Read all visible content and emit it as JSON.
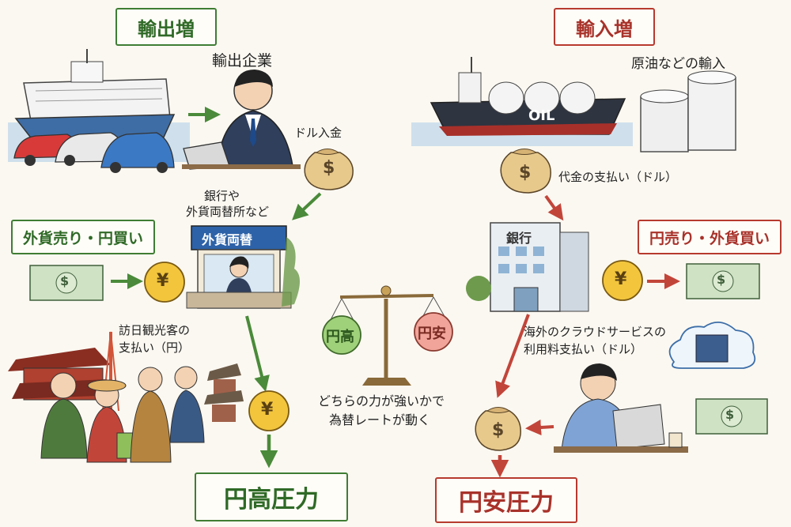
{
  "left": {
    "title": "輸出増",
    "exporter_label": "輸出企業",
    "dollar_deposit_label": "ドル入金",
    "bank_label_line1": "銀行や",
    "bank_label_line2": "外貨両替所など",
    "exchange_sign": "外貨両替",
    "action_box": "外貨売り・円買い",
    "tourist_label_line1": "訪日観光客の",
    "tourist_label_line2": "支払い（円）",
    "result_box": "円高圧力"
  },
  "right": {
    "title": "輸入増",
    "import_label": "原油などの輸入",
    "ship_text": "OIL",
    "payment_label": "代金の支払い（ドル）",
    "bank_sign": "銀行",
    "action_box": "円売り・外貨買い",
    "cloud_label_line1": "海外のクラウドサービスの",
    "cloud_label_line2": "利用料支払い（ドル）",
    "result_box": "円安圧力"
  },
  "center": {
    "scale_left": "円高",
    "scale_right": "円安",
    "caption_line1": "どちらの力が強いかで",
    "caption_line2": "為替レートが動く"
  },
  "symbols": {
    "dollar": "$",
    "yen": "¥"
  },
  "colors": {
    "green": "#3f7d34",
    "red": "#b73a2e",
    "coin": "#f2c53d",
    "bag": "#e7c98c"
  }
}
